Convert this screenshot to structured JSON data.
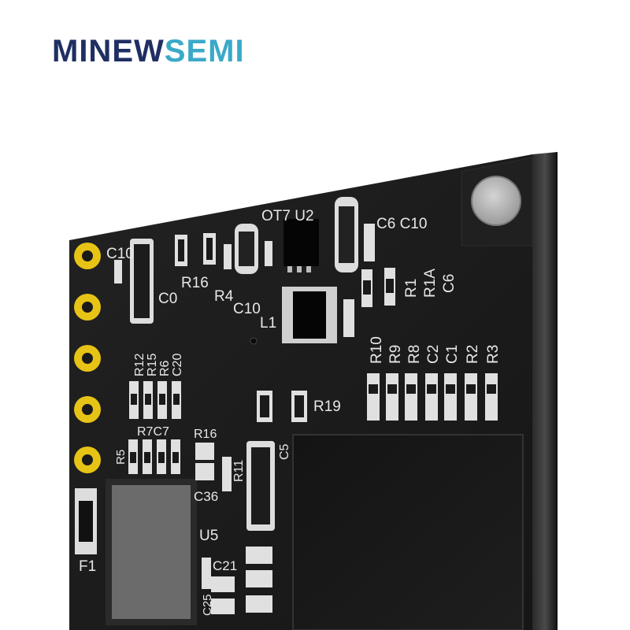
{
  "brand": {
    "name_part1": "MINEW",
    "name_part2": "SEMI"
  },
  "colors": {
    "brand_dark": "#1f2f63",
    "brand_light": "#3aa9c8",
    "pcb": "#1b1b1b",
    "pad_gold": "#e7c316"
  },
  "silkscreen": {
    "c10_left": "C10",
    "c0": "C0",
    "r16": "R16",
    "r4": "R4",
    "c10_mid": "C10",
    "l1": "L1",
    "u2_label": "OT7 U2",
    "c6_c10": "C6 C10",
    "r1": "R1",
    "r1a": "R1A",
    "c6": "C6",
    "r10": "R10",
    "r9": "R9",
    "r8": "R8",
    "c2": "C2",
    "c1": "C1",
    "r2": "R2",
    "r3": "R3",
    "r12": "R12",
    "r15": "R15",
    "r6": "R6",
    "c20": "C20",
    "r19": "R19",
    "r7c7": "R7C7",
    "r16b": "R16",
    "r5": "R5",
    "r11": "R11",
    "c5": "C5",
    "c36": "C36",
    "u5": "U5",
    "c21": "C21",
    "c25": "C25",
    "f1": "F1"
  }
}
